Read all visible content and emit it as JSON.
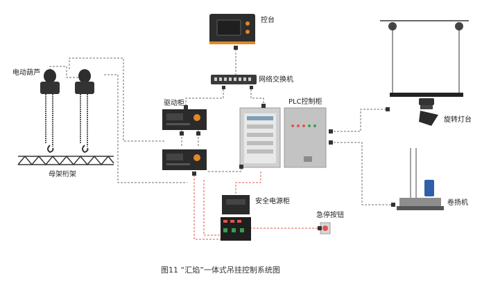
{
  "labels": {
    "console": "控台",
    "network_switch": "网络交换机",
    "plc_cabinet": "PLC控制柜",
    "driver_cabinet": "驱动柜",
    "electric_hoist": "电动葫芦",
    "truss": "母架桁架",
    "moving_head": "旋转灯台",
    "winch": "卷扬机",
    "safety_power": "安全电源柜",
    "estop": "急停按钮"
  },
  "caption": "图11 “汇焰”一体式吊挂控制系统图",
  "colors": {
    "network_line": "#6e6e6e",
    "power_line": "#e0554f",
    "device_dark": "#2d2d2d",
    "cabinet_gray": "#c9c9c9",
    "accent_orange": "#e0882a"
  }
}
